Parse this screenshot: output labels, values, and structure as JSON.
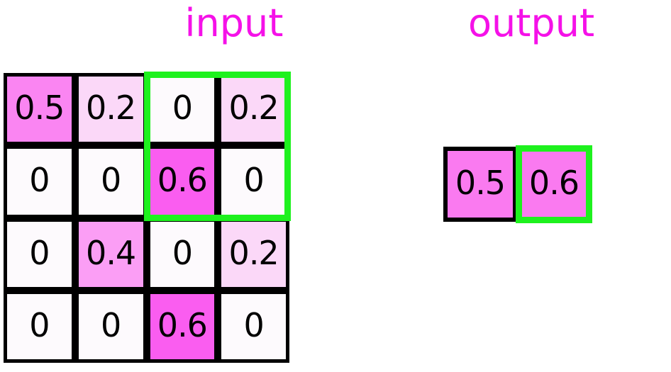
{
  "labels": {
    "input": "input",
    "output": "output",
    "label_color": "#F511E8"
  },
  "colors": {
    "grid_border": "#000000",
    "selection": "#1EF11E",
    "v0": "#FDFAFD",
    "v02": "#FBD8F8",
    "v04": "#FB9EF5",
    "v05": "#FA85F2",
    "v06": "#FA5DF0",
    "out_cell": "#FA7AF0"
  },
  "chart_data": {
    "type": "heatmap",
    "title": "input",
    "grid": {
      "rows": 4,
      "cols": 4,
      "values": [
        [
          0.5,
          0.2,
          0,
          0.2
        ],
        [
          0,
          0,
          0.6,
          0
        ],
        [
          0,
          0.4,
          0,
          0.2
        ],
        [
          0,
          0,
          0.6,
          0
        ]
      ],
      "labels": [
        [
          "0.5",
          "0.2",
          "0",
          "0.2"
        ],
        [
          "0",
          "0",
          "0.6",
          "0"
        ],
        [
          "0",
          "0.4",
          "0",
          "0.2"
        ],
        [
          "0",
          "0",
          "0.6",
          "0"
        ]
      ],
      "cell_colors": [
        [
          "#FA85F2",
          "#FBD8F8",
          "#FDFAFD",
          "#FBD8F8"
        ],
        [
          "#FDFAFD",
          "#FDFAFD",
          "#FA5DF0",
          "#FDFAFD"
        ],
        [
          "#FDFAFD",
          "#FB9EF5",
          "#FDFAFD",
          "#FBD8F8"
        ],
        [
          "#FDFAFD",
          "#FDFAFD",
          "#FA5DF0",
          "#FDFAFD"
        ]
      ]
    },
    "selection": {
      "row_start": 0,
      "row_end": 1,
      "col_start": 2,
      "col_end": 3,
      "color": "#1EF11E"
    },
    "output": {
      "title": "output",
      "rows": 1,
      "cols": 2,
      "values": [
        [
          0.5,
          0.6
        ]
      ],
      "labels": [
        [
          "0.5",
          "0.6"
        ]
      ],
      "cell_colors": [
        [
          "#FA7AF0",
          "#FA7AF0"
        ]
      ],
      "selected_index": 1
    }
  },
  "input_cells": [
    {
      "label": "0.5",
      "color": "#FA85F2"
    },
    {
      "label": "0.2",
      "color": "#FBD8F8"
    },
    {
      "label": "0",
      "color": "#FDFAFD"
    },
    {
      "label": "0.2",
      "color": "#FBD8F8"
    },
    {
      "label": "0",
      "color": "#FDFAFD"
    },
    {
      "label": "0",
      "color": "#FDFAFD"
    },
    {
      "label": "0.6",
      "color": "#FA5DF0"
    },
    {
      "label": "0",
      "color": "#FDFAFD"
    },
    {
      "label": "0",
      "color": "#FDFAFD"
    },
    {
      "label": "0.4",
      "color": "#FB9EF5"
    },
    {
      "label": "0",
      "color": "#FDFAFD"
    },
    {
      "label": "0.2",
      "color": "#FBD8F8"
    },
    {
      "label": "0",
      "color": "#FDFAFD"
    },
    {
      "label": "0",
      "color": "#FDFAFD"
    },
    {
      "label": "0.6",
      "color": "#FA5DF0"
    },
    {
      "label": "0",
      "color": "#FDFAFD"
    }
  ],
  "output_cells": [
    {
      "label": "0.5",
      "color": "#FA7AF0"
    },
    {
      "label": "0.6",
      "color": "#FA7AF0"
    }
  ]
}
